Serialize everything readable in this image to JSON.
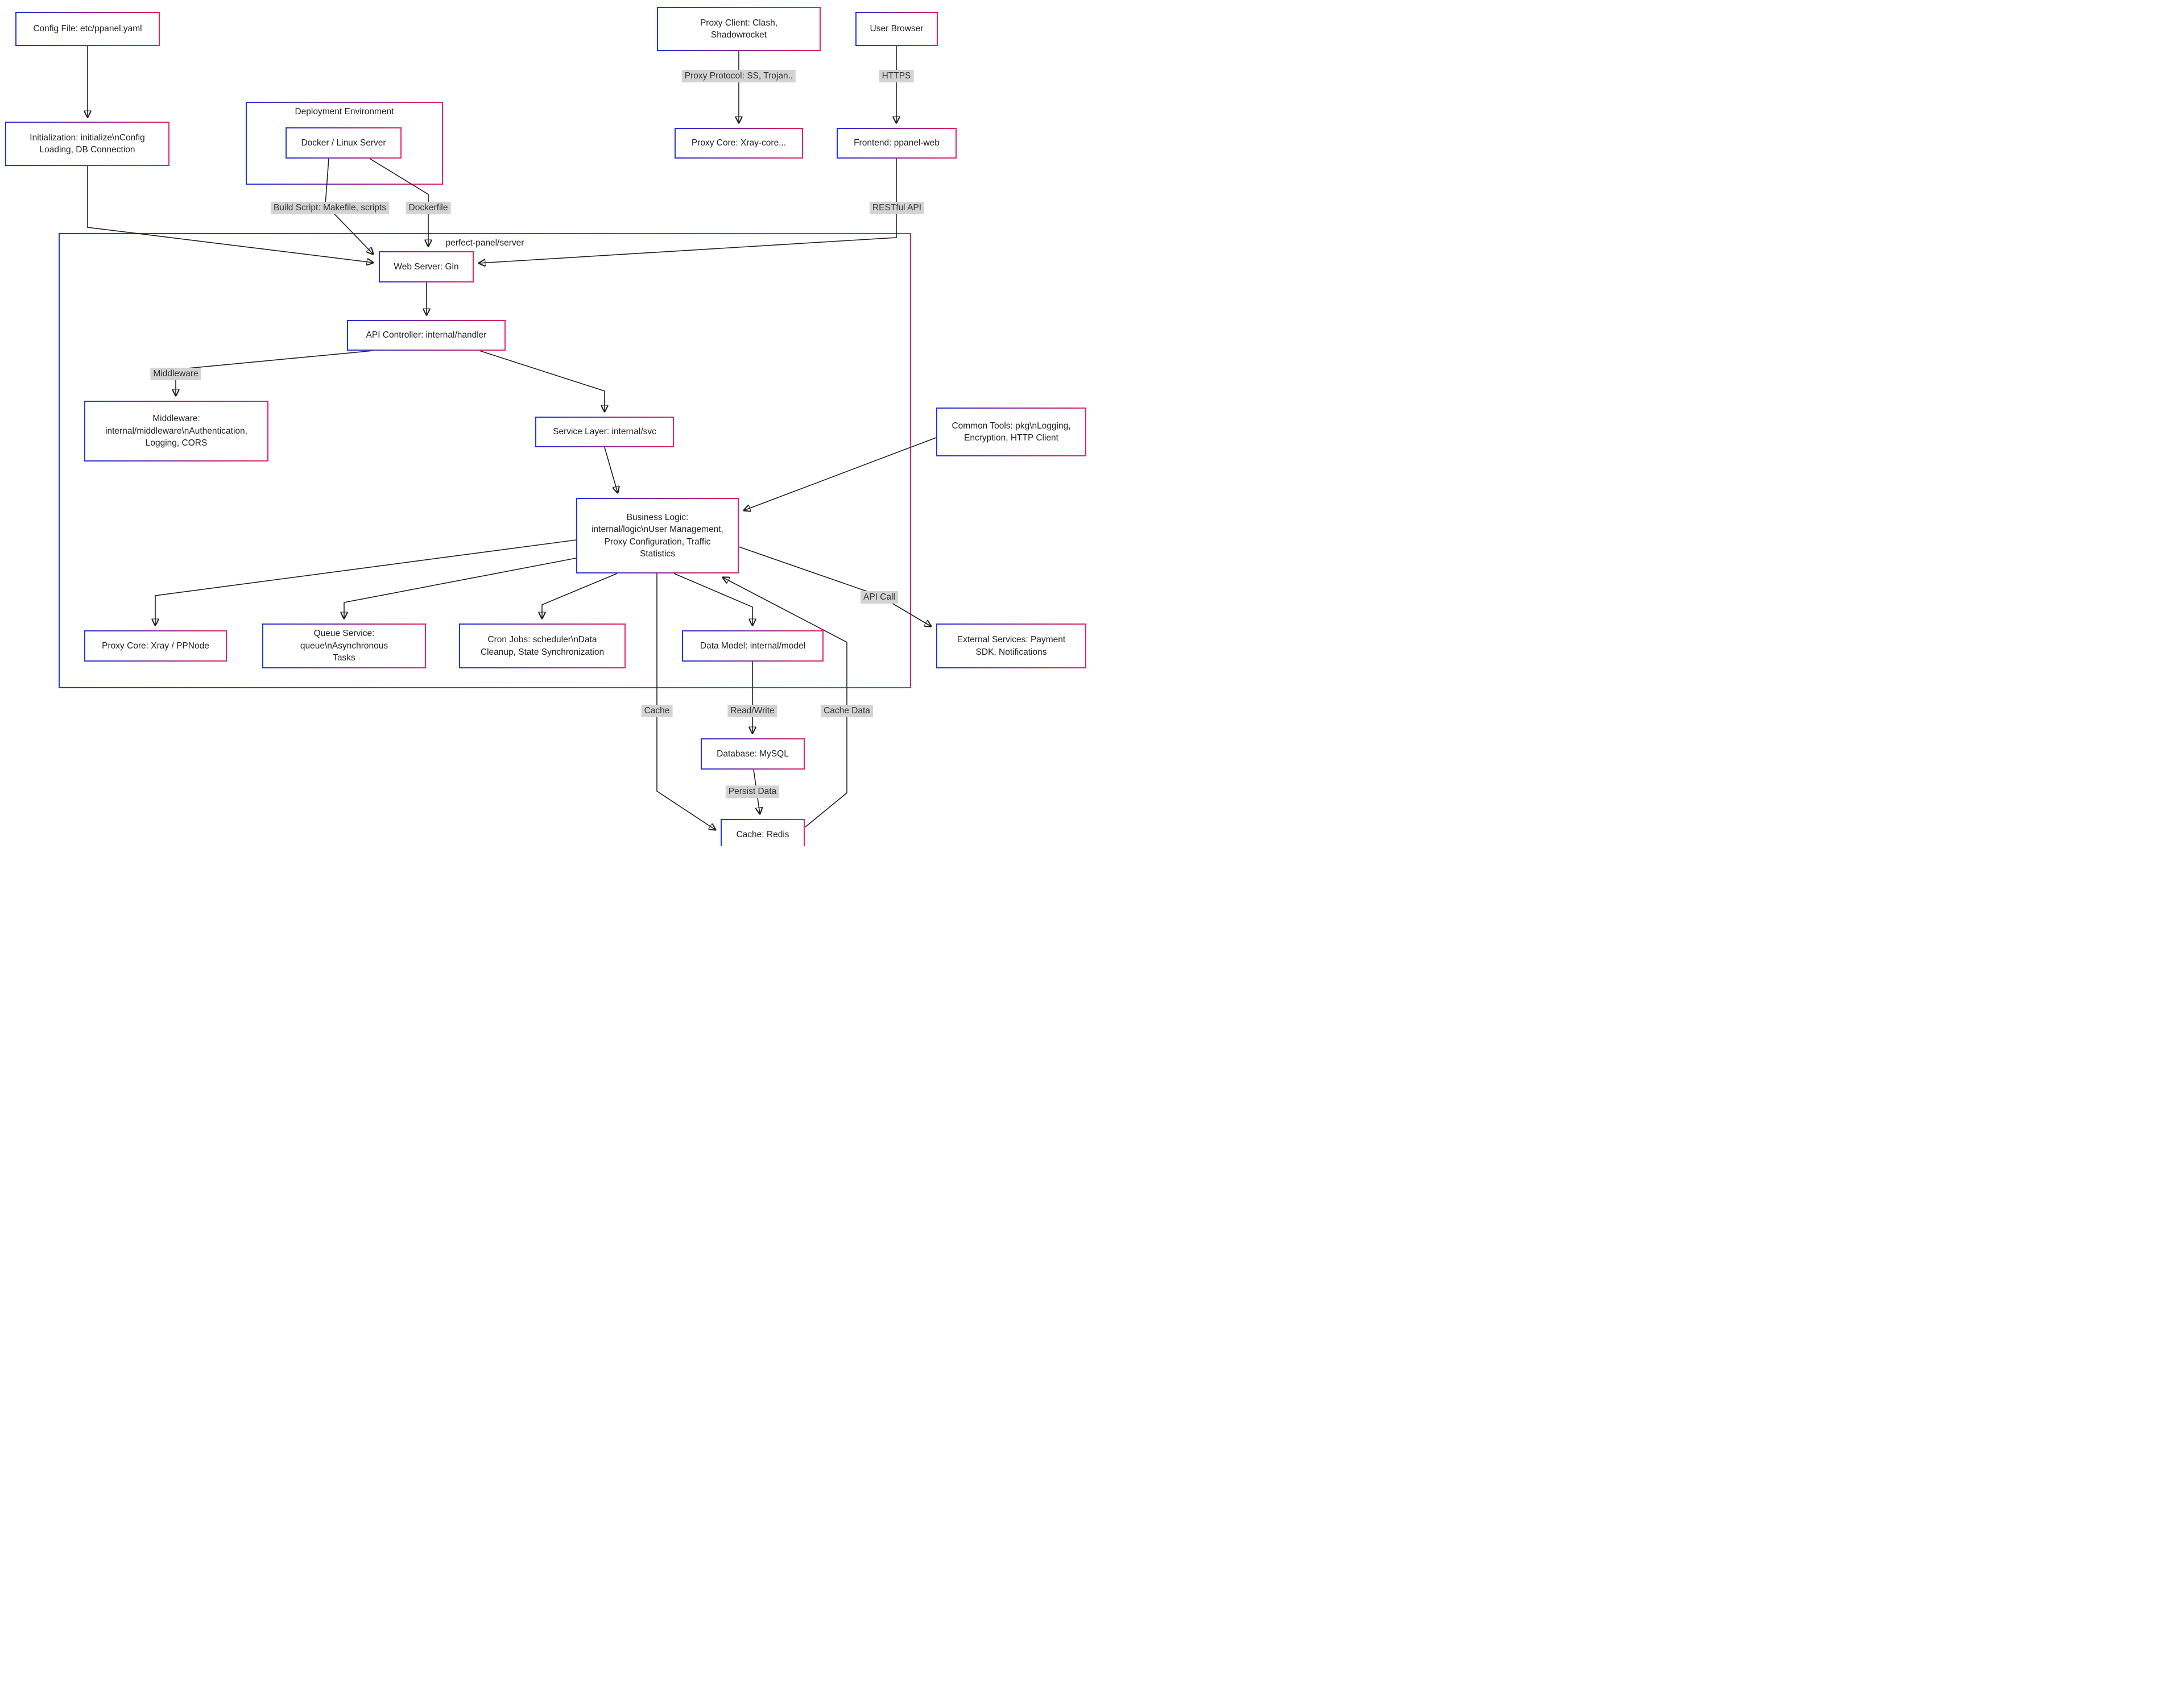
{
  "colors": {
    "node_border_start": "#2336d4",
    "node_border_end": "#e5245f",
    "edge_label_bg": "#d3d3d3",
    "edge_color": "#1f1f1f"
  },
  "diagram": {
    "clusters": {
      "deployment": {
        "label": "Deployment Environment"
      },
      "server": {
        "label": "perfect-panel/server"
      }
    },
    "nodes": {
      "config_file": {
        "label": "Config File: etc/ppanel.yaml"
      },
      "initialization": {
        "label": "Initialization: initialize\\nConfig Loading, DB Connection"
      },
      "docker": {
        "label": "Docker / Linux Server"
      },
      "proxy_client": {
        "label": "Proxy Client: Clash, Shadowrocket"
      },
      "proxy_core_client": {
        "label": "Proxy Core: Xray-core..."
      },
      "user_browser": {
        "label": "User Browser"
      },
      "frontend": {
        "label": "Frontend: ppanel-web"
      },
      "web_server": {
        "label": "Web Server: Gin"
      },
      "api_controller": {
        "label": "API Controller: internal/handler"
      },
      "middleware": {
        "label": "Middleware: internal/middleware\\nAuthentication, Logging, CORS"
      },
      "service_layer": {
        "label": "Service Layer: internal/svc"
      },
      "common_tools": {
        "label": "Common Tools: pkg\\nLogging, Encryption, HTTP Client"
      },
      "business_logic": {
        "label": "Business Logic: internal/logic\\nUser Management, Proxy Configuration, Traffic Statistics"
      },
      "proxy_core_node": {
        "label": "Proxy Core: Xray / PPNode"
      },
      "queue_service": {
        "label": "Queue Service: queue\\nAsynchronous Tasks"
      },
      "cron_jobs": {
        "label": "Cron Jobs: scheduler\\nData Cleanup, State Synchronization"
      },
      "data_model": {
        "label": "Data Model: internal/model"
      },
      "external_services": {
        "label": "External Services: Payment SDK, Notifications"
      },
      "database": {
        "label": "Database: MySQL"
      },
      "cache": {
        "label": "Cache: Redis"
      }
    },
    "edge_labels": {
      "proxy_protocol": "Proxy Protocol: SS, Trojan..",
      "https": "HTTPS",
      "build_script": "Build Script: Makefile, scripts",
      "dockerfile": "Dockerfile",
      "restful_api": "RESTful API",
      "middleware": "Middleware",
      "api_call": "API Call",
      "cache": "Cache",
      "read_write": "Read/Write",
      "cache_data": "Cache Data",
      "persist_data": "Persist Data"
    }
  }
}
